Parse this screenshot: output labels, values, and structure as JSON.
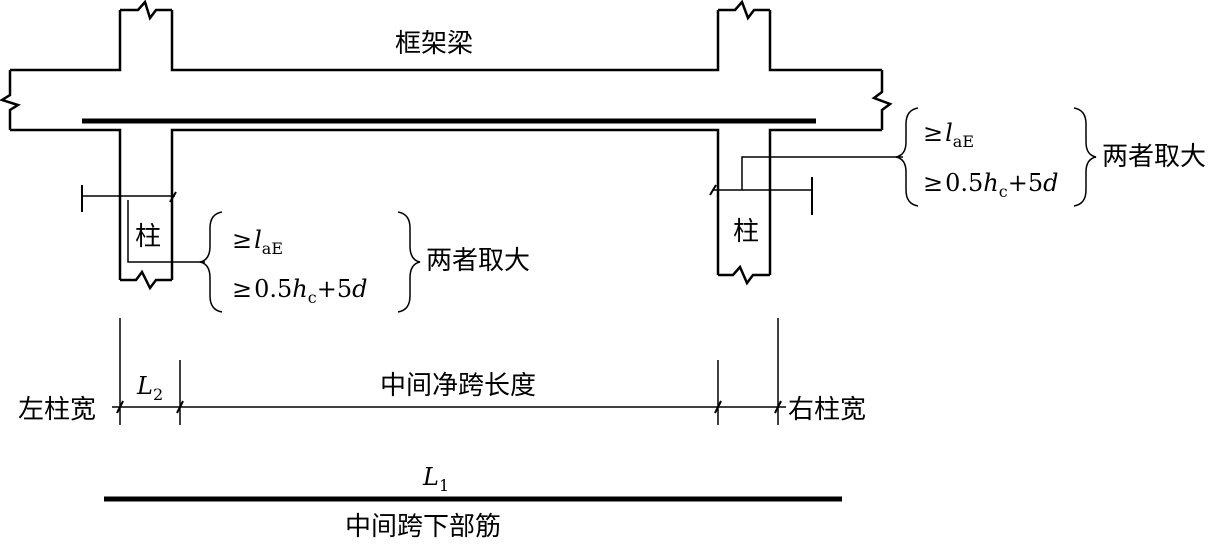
{
  "labels": {
    "beam": "框架梁",
    "column": "柱",
    "both_larger": "两者取大",
    "left_col_width": "左柱宽",
    "right_col_width": "右柱宽",
    "mid_net_span": "中间净跨长度",
    "mid_span_bottom_bar": "中间跨下部筋",
    "L2": "L",
    "L2_sub": "2",
    "L1": "L",
    "L1_sub": "1"
  },
  "conditions": {
    "ge": "≥",
    "l": "l",
    "l_sub": "aE",
    "half": "0.5",
    "h": "h",
    "h_sub": "c",
    "plus5": "+5",
    "d": "d"
  }
}
